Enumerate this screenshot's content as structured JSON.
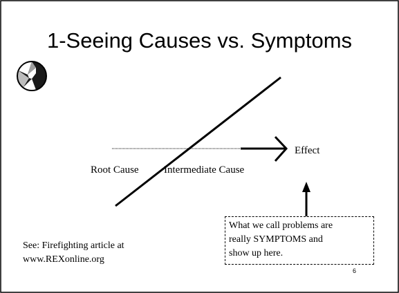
{
  "slide": {
    "title": "1-Seeing Causes vs. Symptoms",
    "page_number": "6",
    "icon": "beach-ball-icon"
  },
  "diagram": {
    "effect_label": "Effect",
    "root_cause_label": "Root Cause",
    "intermediate_cause_label": "Intermediate Cause"
  },
  "note": {
    "line1": "See: Firefighting article at",
    "line2": "www.REXonline.org"
  },
  "callout": {
    "line1": "What we call problems are",
    "line2": "really SYMPTOMS and",
    "line3": "show up here."
  }
}
